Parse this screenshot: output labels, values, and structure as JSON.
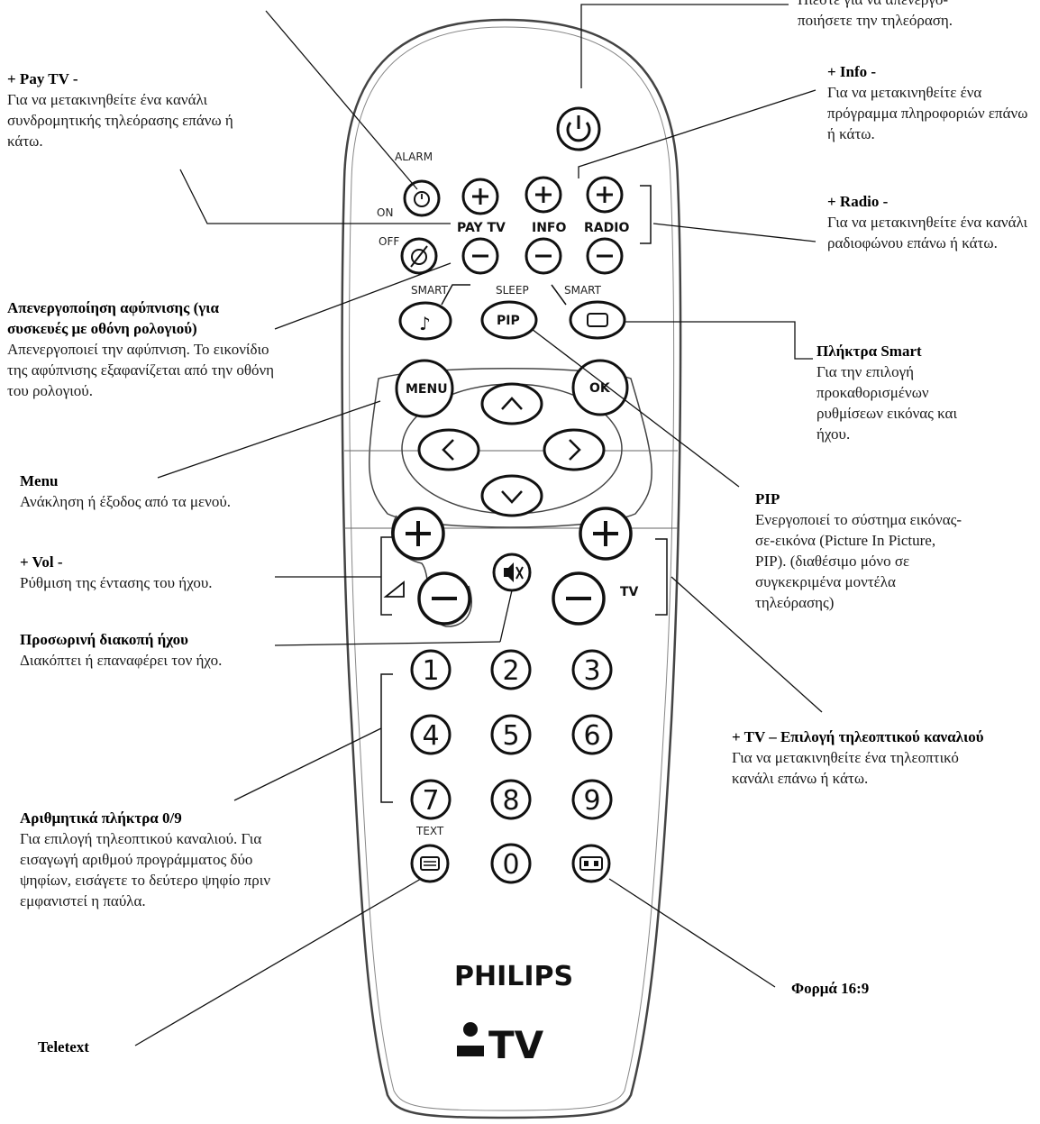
{
  "annotations": {
    "power": {
      "desc_1": "Πιέστε για να απενεργο-",
      "desc_2": "ποιήσετε την τηλεόραση."
    },
    "paytv": {
      "title": "+ Pay TV -",
      "desc": "Για να μετακινηθείτε ένα κανάλι συνδρομητικής τηλεόρασης επάνω ή κάτω."
    },
    "info": {
      "title": "+ Info -",
      "desc": "Για να μετακινηθείτε ένα πρόγραμμα πληροφοριών επάνω ή κάτω."
    },
    "radio": {
      "title": "+ Radio -",
      "desc": "Για να μετακινηθείτε ένα κανάλι ραδιοφώνου επάνω ή κάτω."
    },
    "alarm_off": {
      "title": "Απενεργοποίηση αφύπνισης (για συσκευές με οθόνη ρολογιού)",
      "desc": "Απενεργοποιεί την αφύπνιση. Το εικονίδιο της αφύπνισης εξαφανίζεται από την οθόνη του ρολογιού."
    },
    "smart": {
      "title": "Πλήκτρα Smart",
      "desc": "Για την επιλογή προκαθορισμένων ρυθμίσεων εικόνας και ήχου."
    },
    "menu": {
      "title": "Menu",
      "desc": "Ανάκληση ή έξοδος από τα μενού."
    },
    "pip": {
      "title": "PIP",
      "desc": "Ενεργοποιεί το σύστημα εικόνας-σε-εικόνα (Picture In Picture, PIP). (διαθέσιμο μόνο σε συγκεκριμένα μοντέλα τηλεόρασης)"
    },
    "vol": {
      "title": "+ Vol -",
      "desc": "Ρύθμιση της έντασης του ήχου."
    },
    "mute": {
      "title": "Προσωρινή διακοπή ήχου",
      "desc": "Διακόπτει ή επαναφέρει τον ήχο."
    },
    "tv": {
      "title": "+ TV – Επιλογή τηλεοπτικού καναλιού",
      "desc": "Για να μετακινηθείτε ένα τηλεοπτικό κανάλι επάνω ή κάτω."
    },
    "digits": {
      "title": "Αριθμητικά πλήκτρα 0/9",
      "desc": "Για επιλογή τηλεοπτικού καναλιού. Για εισαγωγή αριθμού προγράμματος δύο ψηφίων, εισάγετε το δεύτερο ψηφίο πριν εμφανιστεί η παύλα."
    },
    "format": {
      "title": "Φορμά 16:9"
    },
    "teletext": {
      "title": "Teletext"
    }
  },
  "remote": {
    "labels": {
      "alarm": "ALARM",
      "on": "ON",
      "off": "OFF",
      "pay_tv": "PAY TV",
      "info": "INFO",
      "radio": "RADIO",
      "smart_left": "SMART",
      "sleep": "SLEEP",
      "smart_right": "SMART",
      "text": "TEXT",
      "tv": "TV"
    },
    "buttons": {
      "menu": "MENU",
      "ok": "OK",
      "pip": "PIP",
      "plus": "+",
      "minus": "–"
    },
    "digits": [
      "1",
      "2",
      "3",
      "4",
      "5",
      "6",
      "7",
      "8",
      "9",
      "0"
    ],
    "brand": "PHILIPS",
    "brand_tv": "TV"
  }
}
